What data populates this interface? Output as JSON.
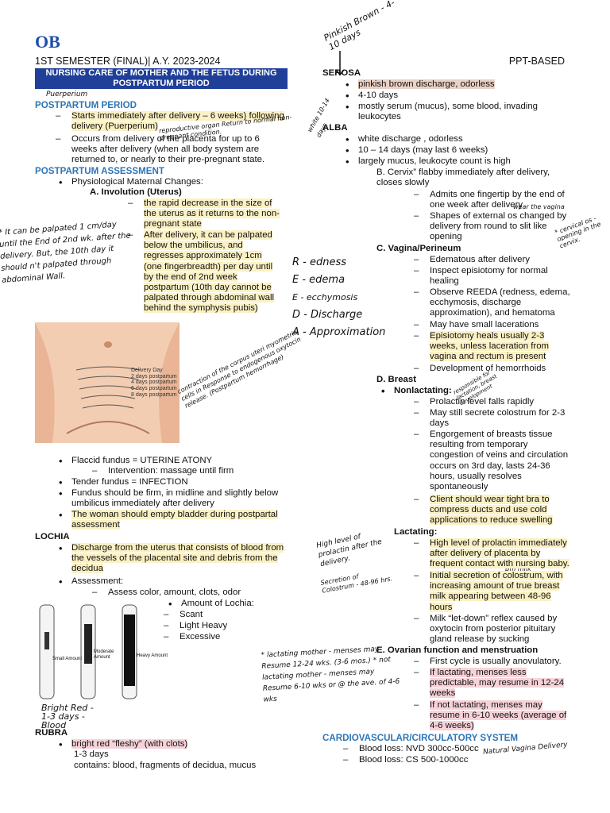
{
  "header": {
    "logo": "OB",
    "semester": "1ST SEMESTER (FINAL)| A.Y. 2023-2024",
    "right": "PPT-BASED",
    "banner": "NURSING CARE OF MOTHER AND THE FETUS DURING POSTPARTUM PERIOD",
    "hand_top": "Pinkish Brown - 4-10 days"
  },
  "left": {
    "hand_puerperium": "Puerperium",
    "postpartum_title": "POSTPARTUM PERIOD",
    "pp1": "Starts immediately after delivery – 6 weeks) following delivery (Puerperium)",
    "pp1_hand": "reproductive organ Return to normal non-pregnant condition.",
    "pp2": "Occurs from delivery of the placenta for up to 6 weeks after delivery (when all body system are returned to, or nearly to their pre-pregnant state.",
    "assess_title": "POSTPARTUM ASSESSMENT",
    "physio": "Physiological Maternal Changes:",
    "involution_title": "A.   Involution (Uterus)",
    "inv1": "the rapid decrease in the size of the uterus as it returns to the  non-pregnant state",
    "inv2": "After delivery, it can be  palpated below the umbilicus,  and regresses approximately   1cm (one fingerbreadth)  per  day until by the end of 2nd week  postpartum (10th day cannot be palpated through abdominal  wall behind the symphysis pubis)",
    "hand_palpated": "* It can be palpated 1 cm/day until the End of 2nd wk. after the delivery. But, the 10th day it should n't palpated through abdominal Wall.",
    "reeda": [
      "R - edness",
      "E - edema",
      "E - ecchymosis",
      "D - Discharge",
      "A - Approximation"
    ],
    "fig_labels": [
      "Delivery Day",
      "2 days postpartum",
      "4 days postpartum",
      "6 days postpartum",
      "8 days postpartum"
    ],
    "hand_contraction": "contraction of the corpus uteri myometrial cells in Response to endogenous oxytocin release. (Postpartum hemorrhage)",
    "b1": "Flaccid fundus = UTERINE ATONY",
    "b1_sub": "Intervention: massage until firm",
    "b2": "Tender fundus = INFECTION",
    "b3": "Fundus should be firm, in midline and slightly  below umbilicus immediately after delivery",
    "b4": "The woman should empty bladder during postpartal assessment",
    "lochia_title": "LOCHIA",
    "lochia1": "Discharge from the uterus that consists of  blood from the vessels of the placental site  and debris from the decidua",
    "assessment": "Assessment:",
    "assess_sub": "Assess color, amount, clots, odor",
    "amount_title": "Amount of Lochia:",
    "amounts": [
      "Scant",
      "Light  Heavy",
      "Excessive"
    ],
    "pad_labels": [
      "Small Amount",
      "Moderate Amount",
      "Heavy Amount"
    ],
    "hand_bright": "Bright Red - 1-3 days - Blood",
    "rubra": "RUBRA",
    "rubra1": "bright red “fleshy” (with clots)",
    "rubra2": "1-3 days",
    "rubra3": "contains: blood, fragments of  decidua, mucus"
  },
  "right": {
    "serosa": "SEROSA",
    "ser1": "pinkish brown discharge, odorless",
    "ser2": "4-10 days",
    "ser3": "mostly serum (mucus), some blood,  invading leukocytes",
    "alba": "ALBA",
    "hand_white": "white 10-14 days",
    "alba1": "white discharge , odorless",
    "alba2": "10 – 14 days (may last 6 weeks)",
    "alba3": "largely mucus, leukocyte count is high",
    "cervix": "B.   Cervix” flabby immediately after delivery, closes slowly",
    "cx1": "Admits one fingertip by the end of one week after delivery",
    "cx2": "Shapes of external os changed by delivery from round to  slit like  opening",
    "hand_cervical": "* cervical os - opening in the cervix.",
    "hand_wear": "wear the vagina",
    "vagina": "C.   Vagina/Perineum",
    "vg": [
      "Edematous after delivery",
      "Inspect episiotomy for normal healing",
      "Observe REEDA (redness, edema, ecchymosis, discharge approximation), and hematoma",
      "May have small lacerations",
      "Episiotomy heals usually 2-3 weeks, unless laceration from vagina and rectum is present",
      "Development of hemorrhoids"
    ],
    "breast": "D.   Breast",
    "nonlact": "Nonlactating:",
    "hand_nonlact": "responsible for lactation, breast development",
    "nl": [
      "Prolactin level falls rapidly",
      "May still secrete colostrum  for 2-3 days",
      "Engorgement of breasts  tissue resulting from  temporary congestion of  veins and circulation occurs  on 3rd day, lasts 24-36 hours,  usually resolves spontaneously",
      "Client should wear tight bra  to compress ducts and use  cold applications to reduce  swelling"
    ],
    "lact": "Lactating:",
    "hand_prolactin": "High level of prolactin after the delivery.",
    "hand_secretion": "Secretion of Colostrum - 48-96 hrs.",
    "hand_bm": "Bm milk",
    "lc": [
      "High level of prolactin immediately after delivery of placenta by frequent contact with nursing baby.",
      "Initial secretion of colostrum,  with increasing amount of  true breast milk appearing  between 48-96 hours",
      "Milk “let-down” reflex caused by oxytocin from posterior pituitary gland release by sucking"
    ],
    "ovarian": "E.   Ovarian function and menstruation",
    "ov": [
      "First cycle is usually anovulatory.",
      "If lactating, menses less predictable, may  resume in 12-24 weeks",
      "If not lactating, menses  may resume  in 6-10  weeks (average of 4-6 weeks)"
    ],
    "hand_lact_mother": "* lactating mother - menses may Resume 12-24 wks. (3-6 mos.) * not lactating mother - menses may Resume 6-10 wks or @ the ave. of 4-6 wks",
    "cardio": "CARDIOVASCULAR/CIRCULATORY SYSTEM",
    "cv1": "Blood loss: NVD 300cc-500cc",
    "cv1_hand": "Natural Vagina Delivery",
    "cv2": "Blood loss: CS 500-1000cc"
  }
}
